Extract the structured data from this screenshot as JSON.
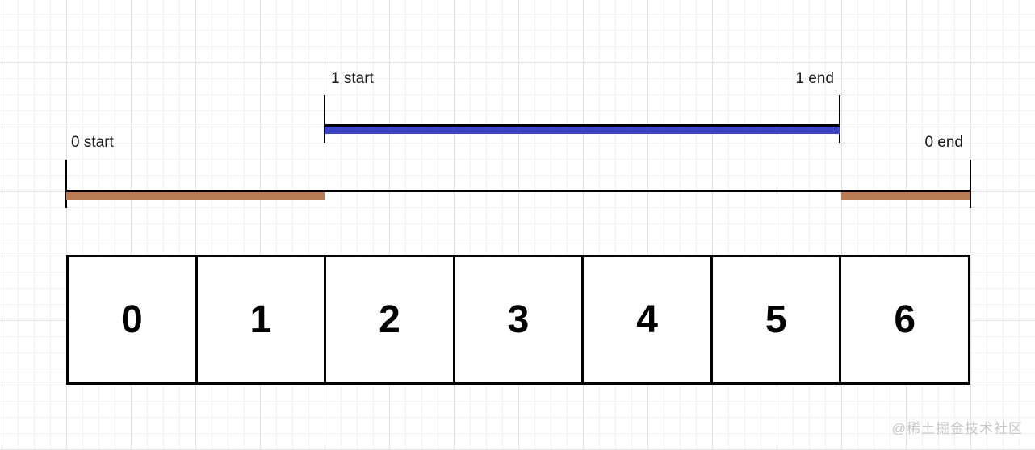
{
  "diagram": {
    "title_hint": "two intervals drawn above an array of 7 cells",
    "intervals": [
      {
        "id": "0",
        "start_label": "0 start",
        "end_label": "0 end",
        "line_color": "#000000",
        "bar_color": "#b97b55",
        "span_cells": [
          0,
          6
        ],
        "highlighted_segments_cells": [
          [
            0,
            1
          ],
          [
            6,
            6
          ]
        ]
      },
      {
        "id": "1",
        "start_label": "1 start",
        "end_label": "1 end",
        "line_color": "#000000",
        "bar_color": "#3c45c5",
        "span_cells": [
          2,
          5
        ],
        "highlighted_segments_cells": [
          [
            2,
            5
          ]
        ]
      }
    ],
    "array_cells": [
      "0",
      "1",
      "2",
      "3",
      "4",
      "5",
      "6"
    ]
  },
  "watermark": {
    "text": "@稀土掘金技术社区",
    "color": "#c8c8c8"
  }
}
